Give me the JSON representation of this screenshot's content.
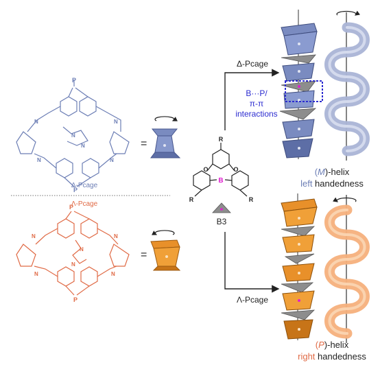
{
  "colors": {
    "delta": "#6c7eb5",
    "lambda": "#e06a45",
    "orange": "#f0a038",
    "gray": "#8d8d8d",
    "boron": "#e020d0",
    "box": "#2b2bd0",
    "helix_blue": "#aab4d6",
    "helix_orange": "#f5b07c"
  },
  "left": {
    "delta_caption": "Δ-Pcage",
    "lambda_caption": "Λ-Pcage",
    "delta_equals": "=",
    "lambda_equals": "=",
    "atoms_delta": [
      "P",
      "P",
      "N",
      "N",
      "N",
      "N",
      "N",
      "N"
    ],
    "atoms_lambda": [
      "P",
      "P",
      "N",
      "N",
      "N",
      "N",
      "N",
      "N"
    ]
  },
  "center": {
    "b3_label": "B3",
    "r_label": "R",
    "o_label": "O",
    "b_label": "B"
  },
  "arrows": {
    "top_label": "Δ-Pcage",
    "bottom_label": "Λ-Pcage"
  },
  "interaction": {
    "line1": "B···P/",
    "line2": "π-π",
    "line3": "interactions"
  },
  "helix_top": {
    "open_paren": "(",
    "letter": "M",
    "close_text": ")-helix",
    "word": "left",
    "suffix": " handedness"
  },
  "helix_bottom": {
    "open_paren": "(",
    "letter": "P",
    "close_text": ")-helix",
    "word": "right",
    "suffix": " handedness"
  }
}
